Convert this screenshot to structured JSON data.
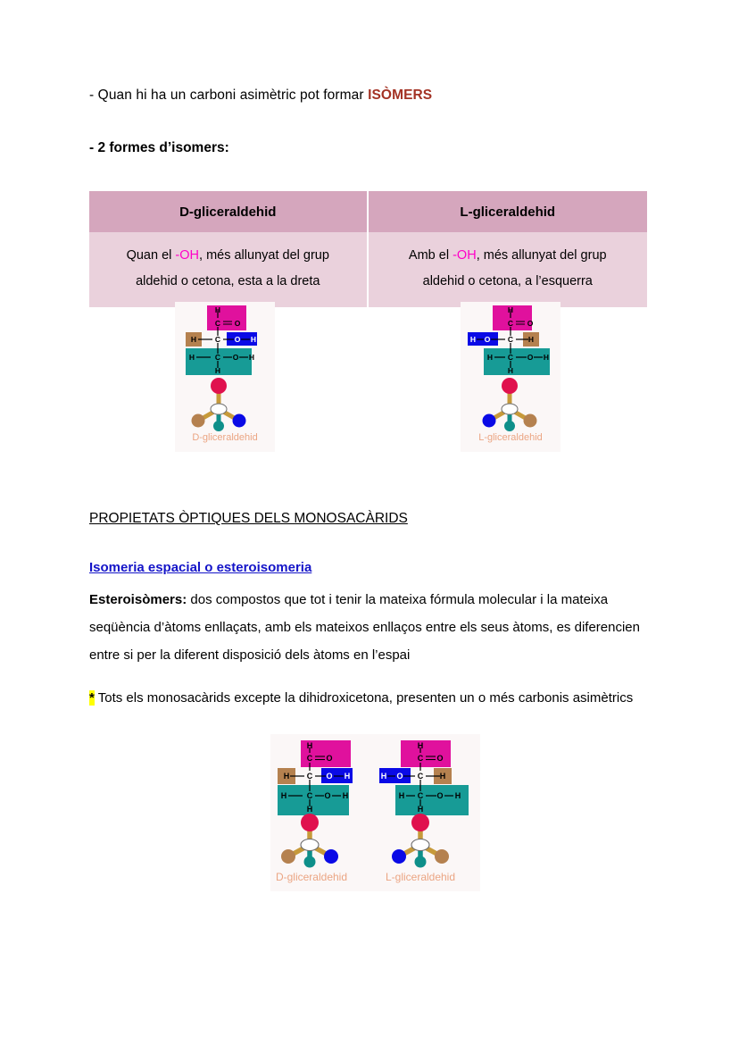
{
  "document": {
    "intro": {
      "prefix": "- Quan hi ha un carboni asimètric pot formar ",
      "emphasis": "ISÒMERS",
      "emphasis_color": "#a33224"
    },
    "subheading": "- 2 formes d’isomers:"
  },
  "comparison_table": {
    "headers": [
      "D-gliceraldehid",
      "L-gliceraldehid"
    ],
    "header_bg": "#d5a6bd",
    "cell_bg": "#ead1dc",
    "rows": [
      {
        "d_cell": {
          "part1": "Quan el ",
          "oh": "-OH",
          "part2": ", més allunyat del grup",
          "line2": "aldehid o cetona, esta a la dreta"
        },
        "l_cell": {
          "part1": "Amb el ",
          "oh": "-OH",
          "part2": ", més allunyat del grup",
          "line2": "aldehid o cetona,  a l’esquerra"
        }
      }
    ],
    "oh_color": "#ff00c8"
  },
  "figures": {
    "top": {
      "d": {
        "caption": "D-gliceraldehid",
        "rows": [
          {
            "bg": "#e0119d",
            "atoms": [
              "H",
              "C",
              "O"
            ],
            "note": "aldehyde group, H above C double-bonded to O"
          },
          {
            "left_box": "#b5814f",
            "right_box": "#0a0ae6",
            "atoms": [
              "H",
              "C",
              "O",
              "H"
            ],
            "note": "asymmetric carbon: H on left (brown), OH on right (blue)"
          },
          {
            "bg": "#179b96",
            "atoms": [
              "H",
              "C",
              "O",
              "H",
              "H"
            ],
            "note": "hydroxymethyl group"
          }
        ],
        "model": {
          "top_sphere": "#e0114e",
          "left_sphere": "#b5814f",
          "center_sphere": "#ffffff",
          "bottom_sphere": "#0e8f8a",
          "right_sphere": "#0a0ae6",
          "bond_color": "#c79a3a"
        }
      },
      "l": {
        "caption": "L-gliceraldehid",
        "rows": [
          {
            "bg": "#e0119d",
            "atoms": [
              "H",
              "C",
              "O"
            ],
            "note": "aldehyde group, H above C double-bonded to O"
          },
          {
            "left_box": "#0a0ae6",
            "right_box": "#b5814f",
            "atoms": [
              "H",
              "O",
              "C",
              "H"
            ],
            "note": "asymmetric carbon: OH on left (blue), H on right (brown)"
          },
          {
            "bg": "#179b96",
            "atoms": [
              "H",
              "C",
              "O",
              "H",
              "H"
            ],
            "note": "hydroxymethyl group"
          }
        ],
        "model": {
          "top_sphere": "#e0114e",
          "left_sphere": "#0a0ae6",
          "center_sphere": "#ffffff",
          "bottom_sphere": "#0e8f8a",
          "right_sphere": "#b5814f",
          "bond_color": "#c79a3a"
        }
      }
    },
    "bottom": {
      "d_caption": "D-gliceraldehid",
      "l_caption": "L-gliceraldehid"
    },
    "caption_color": "#eba583",
    "atom_labels": {
      "h": "H",
      "c": "C",
      "o": "O"
    }
  },
  "sections": {
    "propietats_heading": "PROPIETATS ÒPTIQUES DELS MONOSACÀRIDS",
    "isomeria_heading": "Isomeria espacial o esteroisomeria",
    "isomeria_heading_color": "#1414c8",
    "estereoisomers": {
      "term": "Esteroisòmers:",
      "body": " dos compostos que tot i tenir la mateixa fórmula molecular i la mateixa seqüència d’àtoms enllaçats, amb els mateixos enllaços entre els seus àtoms, es diferencien entre si per la diferent disposició dels àtoms en l’espai"
    },
    "asterisk_note": {
      "marker": "*",
      "marker_highlight": "#ffff00",
      "body": " Tots els monosacàrids excepte la dihidroxicetona, presenten un o més carbonis asimètrics"
    }
  }
}
